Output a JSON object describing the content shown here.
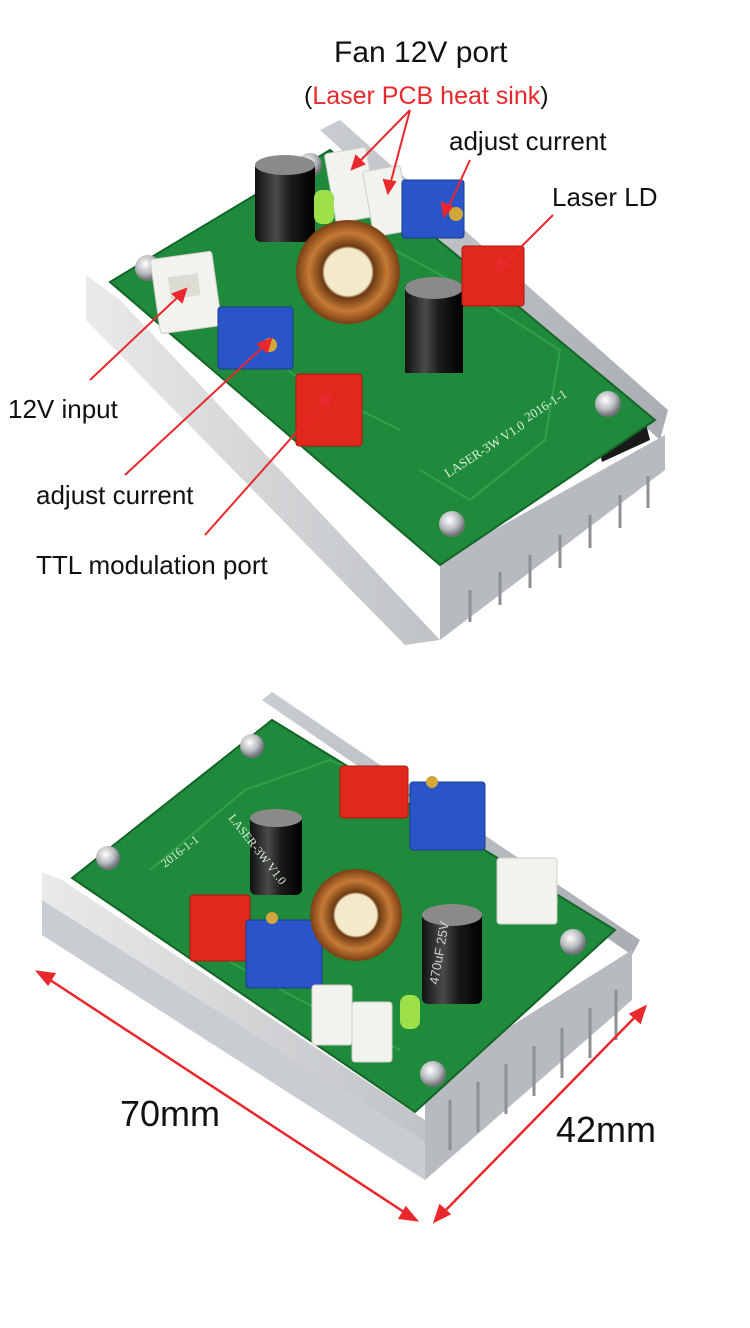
{
  "labels": {
    "fan_port": "Fan 12V port",
    "fan_port_sub_open": "(",
    "fan_port_sub_red": "Laser PCB heat sink",
    "fan_port_sub_close": ")",
    "adjust_current_top": "adjust current",
    "laser_ld": "Laser LD",
    "input_12v": "12V input",
    "adjust_current_left": "adjust current",
    "ttl_port": "TTL modulation port"
  },
  "pcb_silkscreen": {
    "top_board_model": "LASER-3W V1.0",
    "top_board_date": "2016-1-1",
    "bottom_board_model": "LASER-3W V1.0",
    "bottom_board_date": "2016-1-1",
    "bottom_cap_value": "470uF 25V"
  },
  "dimensions": {
    "length": "70mm",
    "width": "42mm"
  },
  "colors": {
    "pcb_green": "#1f8a3c",
    "heatsink": "#d6d8da",
    "connector_red": "#e0281c",
    "connector_white": "#f2f2ee",
    "trimpot_blue": "#2a55c8",
    "annotation_red": "#e8282c"
  }
}
